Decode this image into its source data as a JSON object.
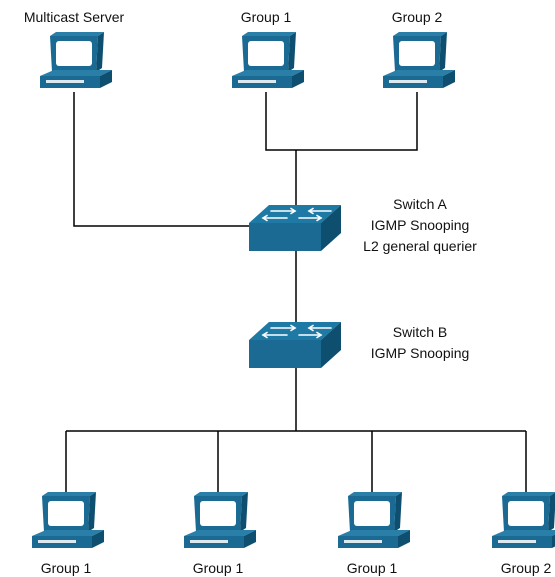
{
  "diagram": {
    "top": {
      "server": {
        "label": "Multicast Server"
      },
      "host1": {
        "label": "Group 1"
      },
      "host2": {
        "label": "Group 2"
      }
    },
    "switch_a": {
      "lines": [
        "Switch A",
        "IGMP Snooping",
        "L2 general querier"
      ]
    },
    "switch_b": {
      "lines": [
        "Switch B",
        "IGMP Snooping"
      ]
    },
    "bottom": [
      {
        "label": "Group 1"
      },
      {
        "label": "Group 1"
      },
      {
        "label": "Group 1"
      },
      {
        "label": "Group 2"
      }
    ]
  },
  "colors": {
    "device_fill": "#1a6a93",
    "device_dark": "#0e4f70",
    "line": "#000000",
    "screen": "#ffffff"
  }
}
